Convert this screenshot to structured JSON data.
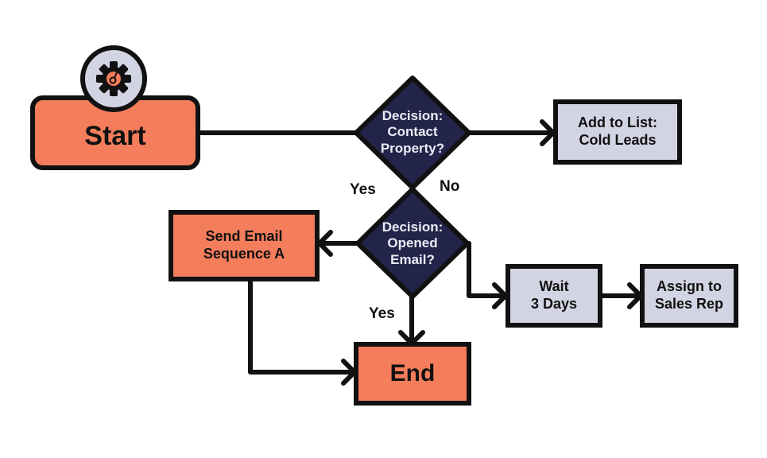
{
  "diagram": {
    "title": "Lead Nurturing Flowchart",
    "nodes": {
      "start": {
        "label": "Start",
        "icon": "gear-icon"
      },
      "decision_contact": {
        "line1": "Decision:",
        "line2": "Contact",
        "line3": "Property?"
      },
      "add_to_list": {
        "line1": "Add to List:",
        "line2": "Cold Leads"
      },
      "decision_opened": {
        "line1": "Decision:",
        "line2": "Opened",
        "line3": "Email?"
      },
      "send_email": {
        "line1": "Send Email",
        "line2": "Sequence A"
      },
      "wait": {
        "line1": "Wait",
        "line2": "3 Days"
      },
      "assign": {
        "line1": "Assign to",
        "line2": "Sales Rep"
      },
      "end": {
        "label": "End"
      }
    },
    "edge_labels": {
      "contact_yes": "Yes",
      "contact_no": "No",
      "opened_yes": "Yes"
    },
    "colors": {
      "terminal": "#f47d5b",
      "process": "#d3d4e3",
      "decision": "#23244a",
      "stroke": "#111111"
    }
  }
}
